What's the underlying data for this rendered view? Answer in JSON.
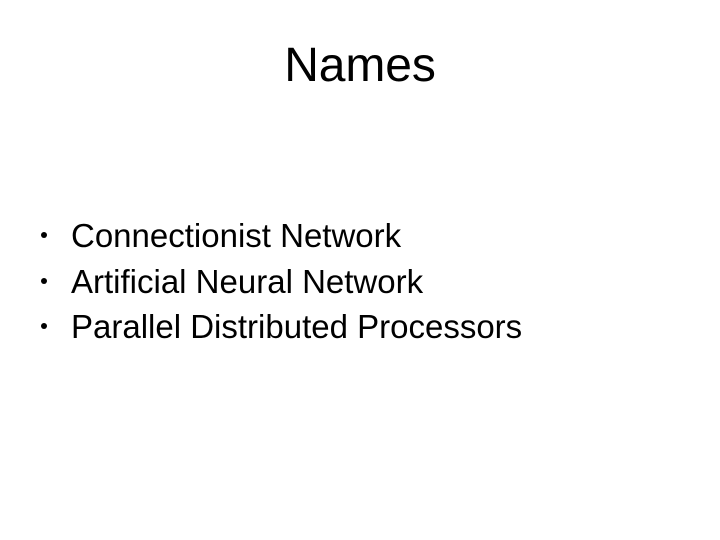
{
  "slide": {
    "title": "Names",
    "background_color": "#ffffff",
    "text_color": "#000000",
    "bullet_marker": "bullet-dot",
    "bullets": [
      {
        "label": "Connectionist Network"
      },
      {
        "label": "Artificial Neural Network"
      },
      {
        "label": "Parallel Distributed Processors"
      }
    ]
  }
}
